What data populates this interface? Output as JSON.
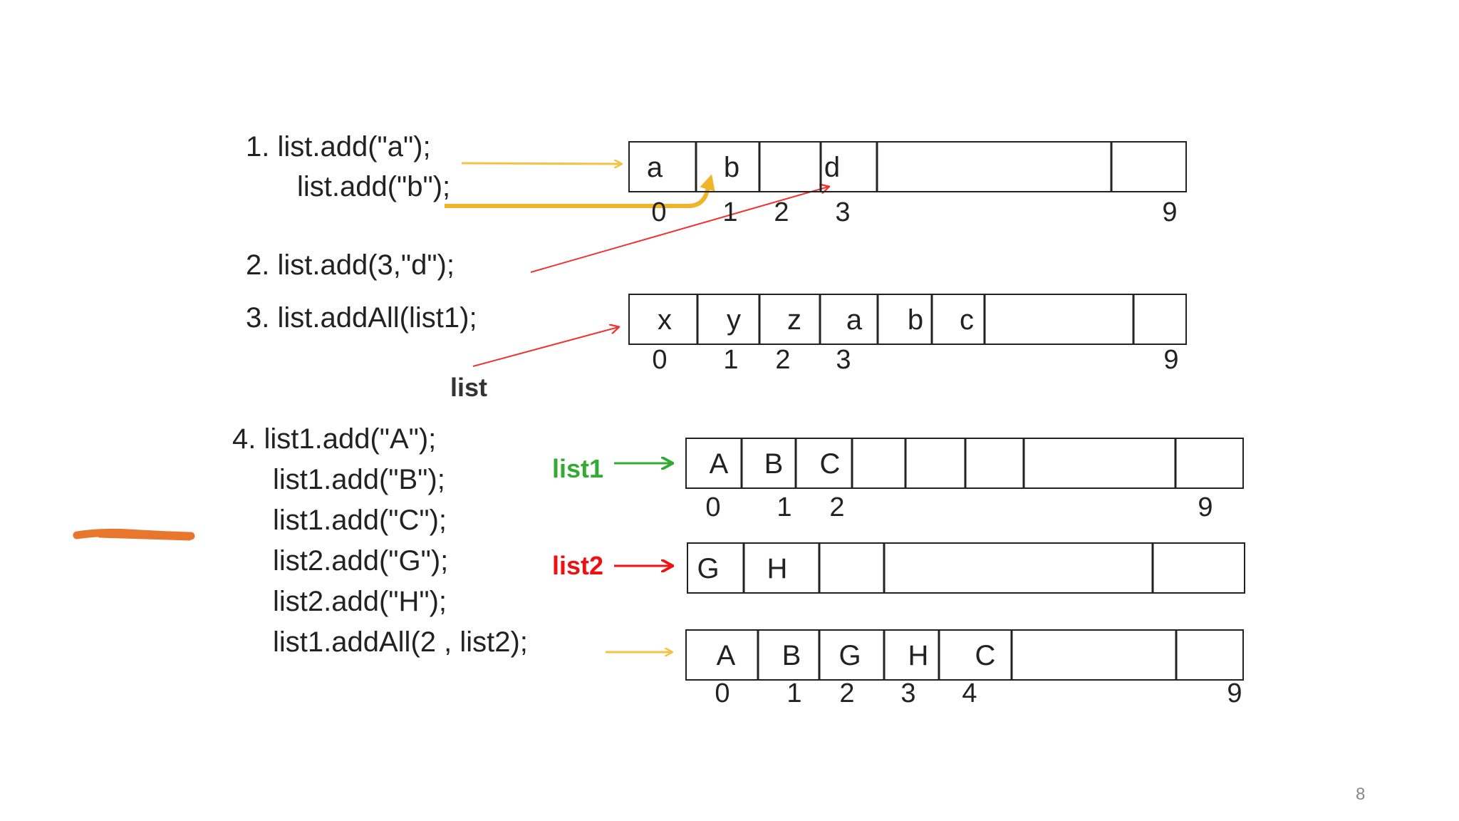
{
  "page_number": "8",
  "code": {
    "step1_line1": "1. list.add(\"a\");",
    "step1_line2": "list.add(\"b\");",
    "step2": "2. list.add(3,\"d\");",
    "step3": "3. list.addAll(list1);",
    "step3_label": "list",
    "step4_line1": "4. list1.add(\"A\");",
    "step4_line2": "list1.add(\"B\");",
    "step4_line3": "list1.add(\"C\");",
    "step4_line4": "list2.add(\"G\");",
    "step4_line5": "list2.add(\"H\");",
    "step4_line6": "list1.addAll(2 , list2);"
  },
  "labels": {
    "list1": "list1",
    "list2": "list2"
  },
  "colors": {
    "yellow_arrow": "#f5c242",
    "orange_arrow": "#f0b429",
    "red_arrow": "#ee3333",
    "green_label": "#33aa33",
    "red_label": "#ee1111",
    "scribble": "#e8762d"
  },
  "arrays": {
    "array1": {
      "cells": [
        "a",
        "b",
        "",
        "d",
        "",
        ""
      ],
      "indices": [
        "0",
        "1",
        "2",
        "3",
        "9"
      ]
    },
    "array2": {
      "cells": [
        "x",
        "y",
        "z",
        "a",
        "b",
        "c",
        "",
        ""
      ],
      "indices": [
        "0",
        "1",
        "2",
        "3",
        "9"
      ]
    },
    "array3": {
      "cells": [
        "A",
        "B",
        "C",
        "",
        "",
        "",
        "",
        ""
      ],
      "indices": [
        "0",
        "1",
        "2",
        "9"
      ]
    },
    "array4": {
      "cells": [
        "G",
        "H",
        "",
        "",
        ""
      ]
    },
    "array5": {
      "cells": [
        "A",
        "B",
        "G",
        "H",
        "C",
        "",
        ""
      ],
      "indices": [
        "0",
        "1",
        "2",
        "3",
        "4",
        "9"
      ]
    }
  }
}
